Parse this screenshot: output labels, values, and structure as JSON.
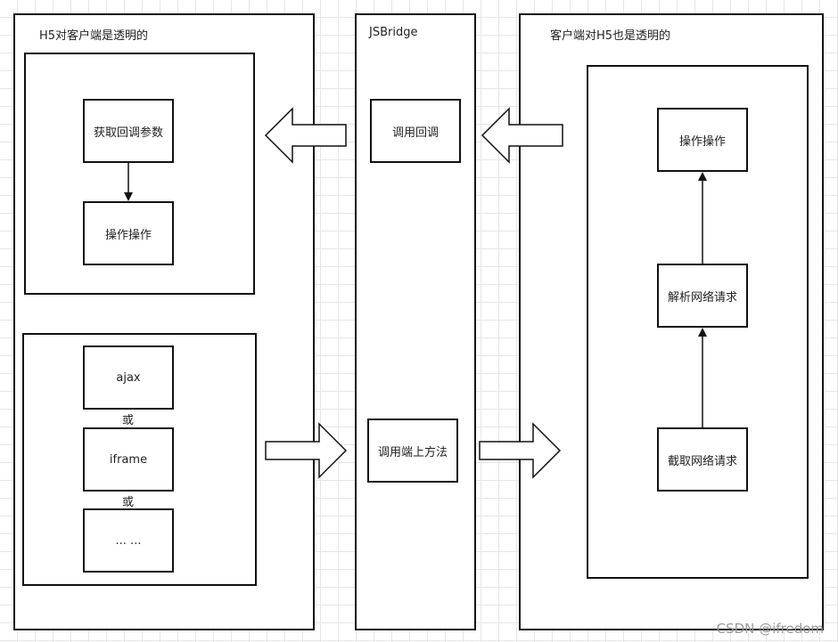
{
  "left_panel": {
    "title": "H5对客户端是透明的",
    "top_group": {
      "node_1": "获取回调参数",
      "node_2": "操作操作"
    },
    "bottom_group": {
      "option_1": "ajax",
      "or_1": "或",
      "option_2": "iframe",
      "or_2": "或",
      "option_3": "... ..."
    }
  },
  "middle_panel": {
    "title": "JSBridge",
    "callback_node": "调用回调",
    "call_native_node": "调用端上方法"
  },
  "right_panel": {
    "title": "客户端对H5也是透明的",
    "node_top": "操作操作",
    "node_mid": "解析网络请求",
    "node_bottom": "截取网络请求"
  },
  "watermark": "CSDN @ifredom",
  "colors": {
    "stroke": "#111111",
    "grid": "#e6e6e6",
    "background": "#ffffff",
    "watermark": "#9a9a9a"
  }
}
